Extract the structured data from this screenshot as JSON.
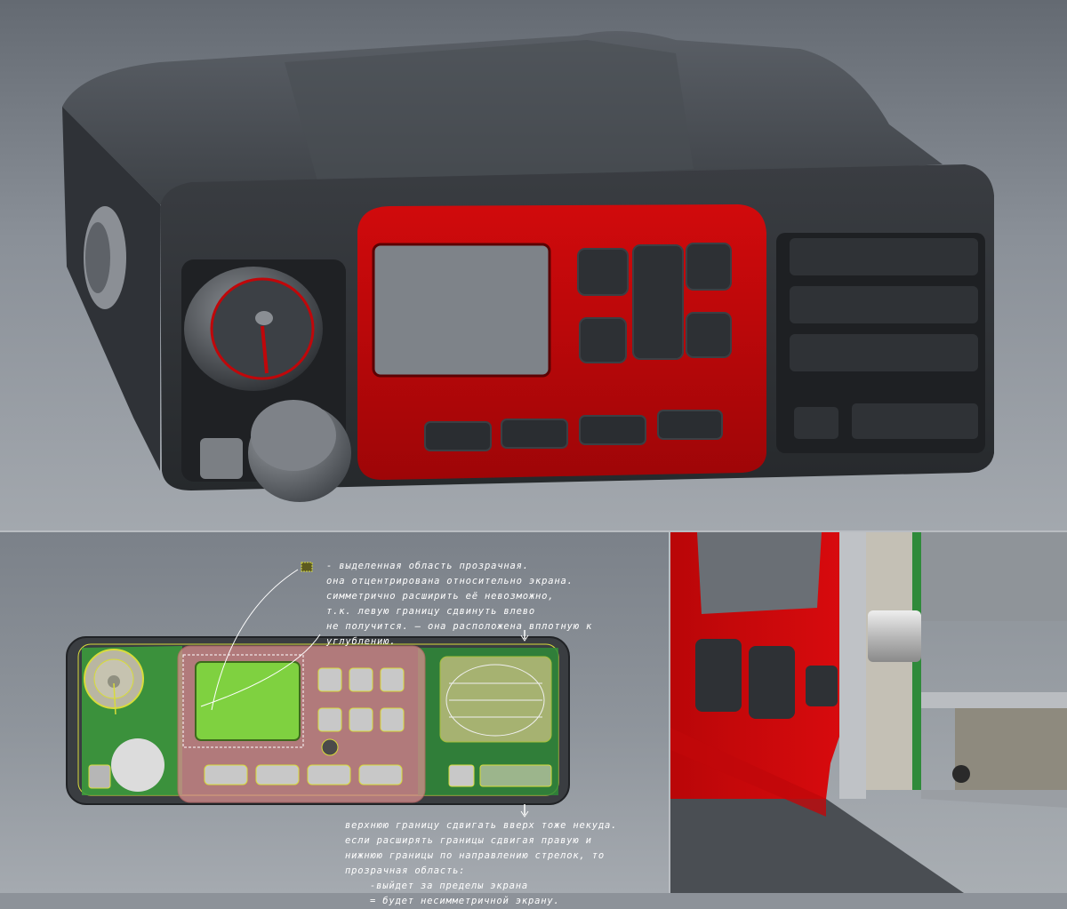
{
  "annotations": {
    "top_note": [
      "- выделенная область прозрачная.",
      "она отцентрирована относительно экрана.",
      "симметрично расширить её невозможно,",
      "т.к. левую границу сдвинуть влево",
      "не получится. — она расположена вплотную к",
      "углублению."
    ],
    "bottom_note": [
      "верхнюю границу сдвигать вверх тоже некуда.",
      "если расширять границы сдвигая правую и",
      "нижнюю границы по направлению стрелок, то",
      "прозрачная область:",
      "-выйдет за пределы экрана",
      "= будет несимметричной экрану."
    ]
  },
  "colors": {
    "accent_red": "#c0070a",
    "housing_dark": "#2e3135",
    "pcb_green": "#3c9a3c",
    "transparent_area": "#7fd140",
    "sketch_yellow": "#d8dc3a",
    "overlay_pink": "#d98f8f"
  }
}
